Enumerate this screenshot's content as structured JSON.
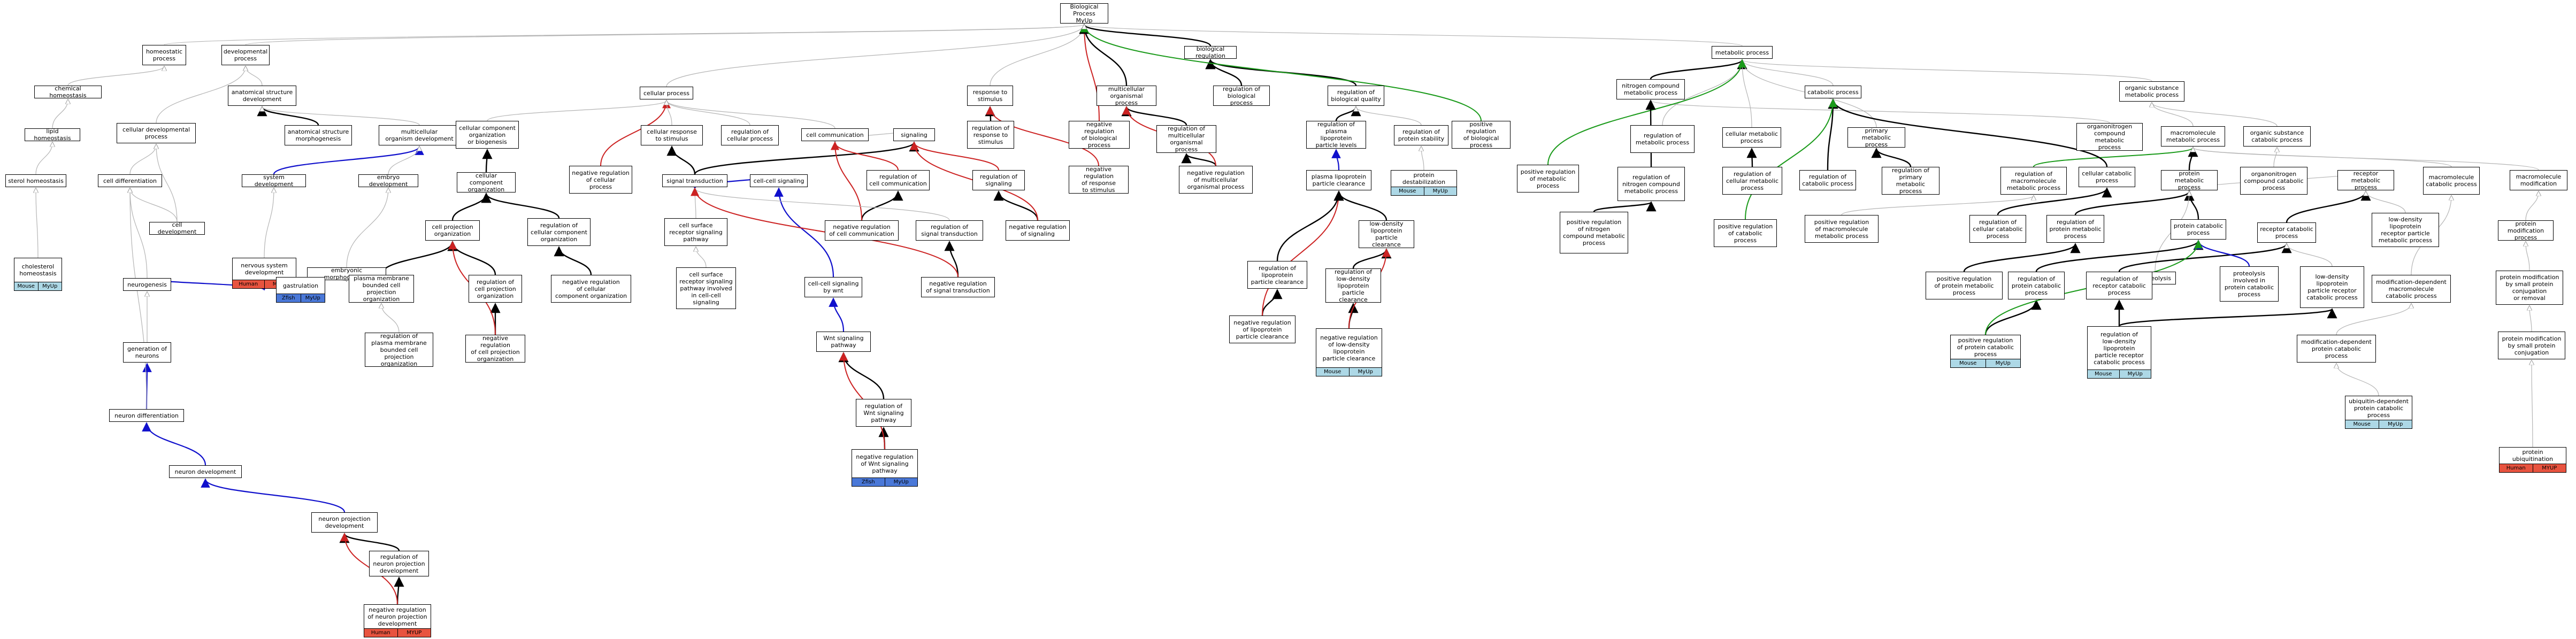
{
  "colors": {
    "mouse": "#add8e6",
    "human": "#e8533f",
    "zfish": "#4a78d8",
    "positive": "#1a9a1a",
    "negative": "#cc2222",
    "regulates": "#1010cc",
    "isa": "#000000",
    "partof": "#b4b4b4"
  },
  "nodes": [
    {
      "id": "bp",
      "label": "Biological Process\nMyUp"
    },
    {
      "id": "homeo",
      "label": "homeostatic\nprocess"
    },
    {
      "id": "dev",
      "label": "developmental\nprocess"
    },
    {
      "id": "chemhomeo",
      "label": "chemical homeostasis"
    },
    {
      "id": "lipidhomeo",
      "label": "lipid homeostasis"
    },
    {
      "id": "sterolhomeo",
      "label": "sterol homeostasis"
    },
    {
      "id": "cholhomeo",
      "label": "cholesterol\nhomeostasis",
      "tags": [
        "Mouse",
        "MyUp"
      ]
    },
    {
      "id": "celldevproc",
      "label": "cellular developmental\nprocess"
    },
    {
      "id": "celldiff",
      "label": "cell differentiation"
    },
    {
      "id": "celldev",
      "label": "cell development"
    },
    {
      "id": "neurogen",
      "label": "neurogenesis"
    },
    {
      "id": "genneur",
      "label": "generation of\nneurons"
    },
    {
      "id": "neurdiff",
      "label": "neuron differentiation"
    },
    {
      "id": "neurdev",
      "label": "neuron development"
    },
    {
      "id": "neurprojdev",
      "label": "neuron projection\ndevelopment"
    },
    {
      "id": "regneurprojdev",
      "label": "regulation of\nneuron projection\ndevelopment"
    },
    {
      "id": "negneurprojdev",
      "label": "negative regulation\nof neuron projection\ndevelopment",
      "tags": [
        "Human",
        "MYUP"
      ]
    },
    {
      "id": "anatdev",
      "label": "anatomical structure\ndevelopment"
    },
    {
      "id": "anatmorph",
      "label": "anatomical structure\nmorphogenesis"
    },
    {
      "id": "multidev",
      "label": "multicellular\norganism development"
    },
    {
      "id": "sysdev",
      "label": "system development"
    },
    {
      "id": "nsdev",
      "label": "nervous system\ndevelopment",
      "tags": [
        "Human",
        "MYUP"
      ]
    },
    {
      "id": "embdev",
      "label": "embryo development"
    },
    {
      "id": "embmorph",
      "label": "embryonic morphogenesis"
    },
    {
      "id": "gastru",
      "label": "gastrulation",
      "tags": [
        "Zfish",
        "MyUp"
      ]
    },
    {
      "id": "cellproc",
      "label": "cellular process"
    },
    {
      "id": "cellcomp",
      "label": "cellular component\norganization\nor biogenesis"
    },
    {
      "id": "cellcomporg",
      "label": "cellular component\norganization"
    },
    {
      "id": "cellprojorg",
      "label": "cell projection\norganization"
    },
    {
      "id": "pmbcpo",
      "label": "plasma membrane\nbounded cell\nprojection organization"
    },
    {
      "id": "regpmbcpo",
      "label": "regulation of\nplasma membrane\nbounded cell\nprojection organization"
    },
    {
      "id": "regcellprojorg",
      "label": "regulation of\ncell projection\norganization"
    },
    {
      "id": "negregcellprojorg",
      "label": "negative regulation\nof cell projection\norganization"
    },
    {
      "id": "regcellcomporg",
      "label": "regulation of\ncellular component\norganization"
    },
    {
      "id": "negregcellcomporg",
      "label": "negative regulation\nof cellular\ncomponent organization"
    },
    {
      "id": "negregcellproc",
      "label": "negative regulation\nof cellular\nprocess"
    },
    {
      "id": "cellresp",
      "label": "cellular response\nto stimulus"
    },
    {
      "id": "regcellproc",
      "label": "regulation of\ncellular process"
    },
    {
      "id": "cellcomm",
      "label": "cell communication"
    },
    {
      "id": "signaling",
      "label": "signaling"
    },
    {
      "id": "sigtrans",
      "label": "signal transduction"
    },
    {
      "id": "regcellcomm",
      "label": "regulation of\ncell communication"
    },
    {
      "id": "negregcellcomm",
      "label": "negative regulation\nof cell communication"
    },
    {
      "id": "csrsp",
      "label": "cell surface\nreceptor signaling\npathway"
    },
    {
      "id": "csrspcc",
      "label": "cell surface\nreceptor signaling\npathway involved\nin cell-cell\nsignaling"
    },
    {
      "id": "cellcellsig",
      "label": "cell-cell signaling"
    },
    {
      "id": "ccswnt",
      "label": "cell-cell signaling\nby wnt"
    },
    {
      "id": "wnt",
      "label": "Wnt signaling\npathway"
    },
    {
      "id": "regwnt",
      "label": "regulation of\nWnt signaling\npathway"
    },
    {
      "id": "negregwnt",
      "label": "negative regulation\nof Wnt signaling\npathway",
      "tags": [
        "Zfish",
        "MyUp"
      ]
    },
    {
      "id": "regsigtrans",
      "label": "regulation of\nsignal transduction"
    },
    {
      "id": "negregsigtrans",
      "label": "negative regulation\nof signal transduction"
    },
    {
      "id": "respstim",
      "label": "response to\nstimulus"
    },
    {
      "id": "regrespstim",
      "label": "regulation of\nresponse to\nstimulus"
    },
    {
      "id": "negregrespstim",
      "label": "negative regulation\nof response\nto stimulus"
    },
    {
      "id": "regsig",
      "label": "regulation of\nsignaling"
    },
    {
      "id": "negregsig",
      "label": "negative regulation\nof signaling"
    },
    {
      "id": "multiorg",
      "label": "multicellular\norganismal process"
    },
    {
      "id": "negregbp",
      "label": "negative regulation\nof biological\nprocess"
    },
    {
      "id": "regmultiorg",
      "label": "regulation of\nmulticellular\norganismal process"
    },
    {
      "id": "negregmultiorg",
      "label": "negative regulation\nof multicellular\norganismal process"
    },
    {
      "id": "biolreg",
      "label": "biological regulation"
    },
    {
      "id": "regbp",
      "label": "regulation of\nbiological process"
    },
    {
      "id": "regbq",
      "label": "regulation of\nbiological quality"
    },
    {
      "id": "posregbp",
      "label": "positive regulation\nof biological\nprocess"
    },
    {
      "id": "regplasmalipo",
      "label": "regulation of\nplasma lipoprotein\nparticle levels"
    },
    {
      "id": "plasmalipoclear",
      "label": "plasma lipoprotein\nparticle clearance"
    },
    {
      "id": "reglipoclear",
      "label": "regulation of\nlipoprotein\nparticle clearance"
    },
    {
      "id": "negreglipoclear",
      "label": "negative regulation\nof lipoprotein\nparticle clearance"
    },
    {
      "id": "ldlclear",
      "label": "low-density\nlipoprotein\nparticle clearance"
    },
    {
      "id": "regldlclear",
      "label": "regulation of\nlow-density\nlipoprotein\nparticle clearance"
    },
    {
      "id": "negregldlclear",
      "label": "negative regulation\nof low-density\nlipoprotein\nparticle clearance",
      "tags": [
        "Mouse",
        "MyUp"
      ]
    },
    {
      "id": "regprotstab",
      "label": "regulation of\nprotein stability"
    },
    {
      "id": "protdestab",
      "label": "protein destabilization",
      "tags": [
        "Mouse",
        "MyUp"
      ]
    },
    {
      "id": "metab",
      "label": "metabolic process"
    },
    {
      "id": "nitro",
      "label": "nitrogen compound\nmetabolic process"
    },
    {
      "id": "catab",
      "label": "catabolic process"
    },
    {
      "id": "organsubst",
      "label": "organic substance\nmetabolic process"
    },
    {
      "id": "regmetab",
      "label": "regulation of\nmetabolic process"
    },
    {
      "id": "cellmetab",
      "label": "cellular metabolic\nprocess"
    },
    {
      "id": "primmetab",
      "label": "primary metabolic\nprocess"
    },
    {
      "id": "organonitro",
      "label": "organonitrogen\ncompound metabolic\nprocess"
    },
    {
      "id": "macromol",
      "label": "macromolecule\nmetabolic process"
    },
    {
      "id": "organsubstcat",
      "label": "organic substance\ncatabolic process"
    },
    {
      "id": "posregmetab",
      "label": "positive regulation\nof metabolic\nprocess"
    },
    {
      "id": "regnitro",
      "label": "regulation of\nnitrogen compound\nmetabolic process"
    },
    {
      "id": "regcellmetab",
      "label": "regulation of\ncellular metabolic\nprocess"
    },
    {
      "id": "regcatab",
      "label": "regulation of\ncatabolic process"
    },
    {
      "id": "regprimmetab",
      "label": "regulation of\nprimary metabolic\nprocess"
    },
    {
      "id": "regmacromol",
      "label": "regulation of\nmacromolecule\nmetabolic process"
    },
    {
      "id": "cellcatab",
      "label": "cellular catabolic\nprocess"
    },
    {
      "id": "protmetab",
      "label": "protein metabolic\nprocess"
    },
    {
      "id": "organonitrocat",
      "label": "organonitrogen\ncompound catabolic\nprocess"
    },
    {
      "id": "recepmetab",
      "label": "receptor metabolic\nprocess"
    },
    {
      "id": "macromolcat",
      "label": "macromolecule\ncatabolic process"
    },
    {
      "id": "macromolmod",
      "label": "macromolecule\nmodification"
    },
    {
      "id": "posregnitro",
      "label": "positive regulation\nof nitrogen\ncompound metabolic\nprocess"
    },
    {
      "id": "posregcatab",
      "label": "positive regulation\nof catabolic\nprocess"
    },
    {
      "id": "posregmacromol",
      "label": "positive regulation\nof macromolecule\nmetabolic process"
    },
    {
      "id": "regcellcatab",
      "label": "regulation of\ncellular catabolic\nprocess"
    },
    {
      "id": "regprotmetab",
      "label": "regulation of\nprotein metabolic\nprocess"
    },
    {
      "id": "protcatab",
      "label": "protein catabolic\nprocess"
    },
    {
      "id": "receptcatab",
      "label": "receptor catabolic\nprocess"
    },
    {
      "id": "ldlrmetab",
      "label": "low-density\nlipoprotein\nreceptor particle\nmetabolic process"
    },
    {
      "id": "protmod",
      "label": "protein modification\nprocess"
    },
    {
      "id": "proteolysis",
      "label": "proteolysis"
    },
    {
      "id": "posregprotcatab",
      "label": "positive regulation\nof protein metabolic\nprocess"
    },
    {
      "id": "regprotcatab",
      "label": "regulation of\nprotein catabolic\nprocess"
    },
    {
      "id": "regreceptcatab",
      "label": "regulation of\nreceptor catabolic\nprocess"
    },
    {
      "id": "proteolysiscatab",
      "label": "proteolysis\ninvolved in\nprotein catabolic\nprocess"
    },
    {
      "id": "ldlrcatab",
      "label": "low-density\nlipoprotein\nparticle receptor\ncatabolic process"
    },
    {
      "id": "moddepcat",
      "label": "modification-dependent\nmacromolecule\ncatabolic process"
    },
    {
      "id": "protmodconj",
      "label": "protein modification\nby small protein\nconjugation\nor removal"
    },
    {
      "id": "posregprotcatab2",
      "label": "positive regulation\nof protein catabolic\nprocess",
      "tags": [
        "Mouse",
        "MyUp"
      ]
    },
    {
      "id": "regldlrcatab",
      "label": "regulation of\nlow-density\nlipoprotein\nparticle receptor\ncatabolic process",
      "tags": [
        "Mouse",
        "MyUp"
      ]
    },
    {
      "id": "moddepprot",
      "label": "modification-dependent\nprotein catabolic\nprocess"
    },
    {
      "id": "protmodconj2",
      "label": "protein modification\nby small protein\nconjugation"
    },
    {
      "id": "ubdep",
      "label": "ubiquitin-dependent\nprotein catabolic\nprocess",
      "tags": [
        "Mouse",
        "MyUp"
      ]
    },
    {
      "id": "protubiq",
      "label": "protein ubiquitination",
      "tags": [
        "Human",
        "MYUP"
      ]
    }
  ]
}
